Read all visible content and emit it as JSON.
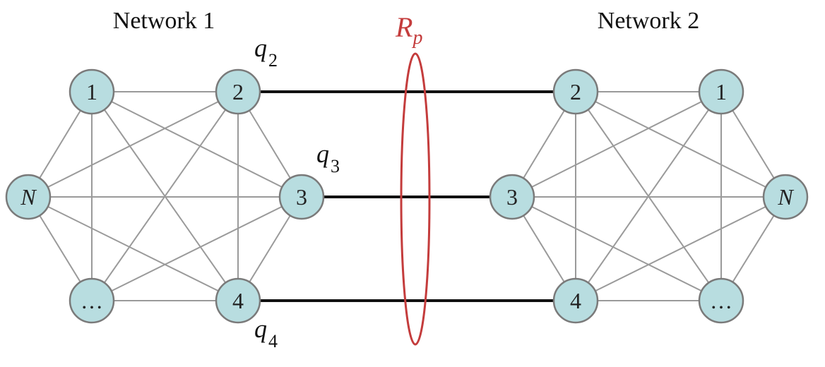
{
  "network1": {
    "title": "Network 1",
    "nodes": [
      {
        "id": "1",
        "label": "1"
      },
      {
        "id": "2",
        "label": "2"
      },
      {
        "id": "3",
        "label": "3"
      },
      {
        "id": "4",
        "label": "4"
      },
      {
        "id": "dots",
        "label": "…"
      },
      {
        "id": "N",
        "label": "N"
      }
    ]
  },
  "network2": {
    "title": "Network 2",
    "nodes": [
      {
        "id": "2",
        "label": "2"
      },
      {
        "id": "1",
        "label": "1"
      },
      {
        "id": "3",
        "label": "3"
      },
      {
        "id": "N",
        "label": "N"
      },
      {
        "id": "4",
        "label": "4"
      },
      {
        "id": "dots",
        "label": "…"
      }
    ]
  },
  "coupling": {
    "label_main": "R",
    "label_sub": "p",
    "links": [
      {
        "from": "2",
        "to": "2"
      },
      {
        "from": "3",
        "to": "3"
      },
      {
        "from": "4",
        "to": "4"
      }
    ]
  },
  "q_labels": [
    {
      "main": "q",
      "sub": "2"
    },
    {
      "main": "q",
      "sub": "3"
    },
    {
      "main": "q",
      "sub": "4"
    }
  ],
  "colors": {
    "node_fill": "#b8dde0",
    "node_stroke": "#7a7a7a",
    "edge": "#9a9a9a",
    "coupling_line": "#111111",
    "rp": "#c43c3c"
  }
}
